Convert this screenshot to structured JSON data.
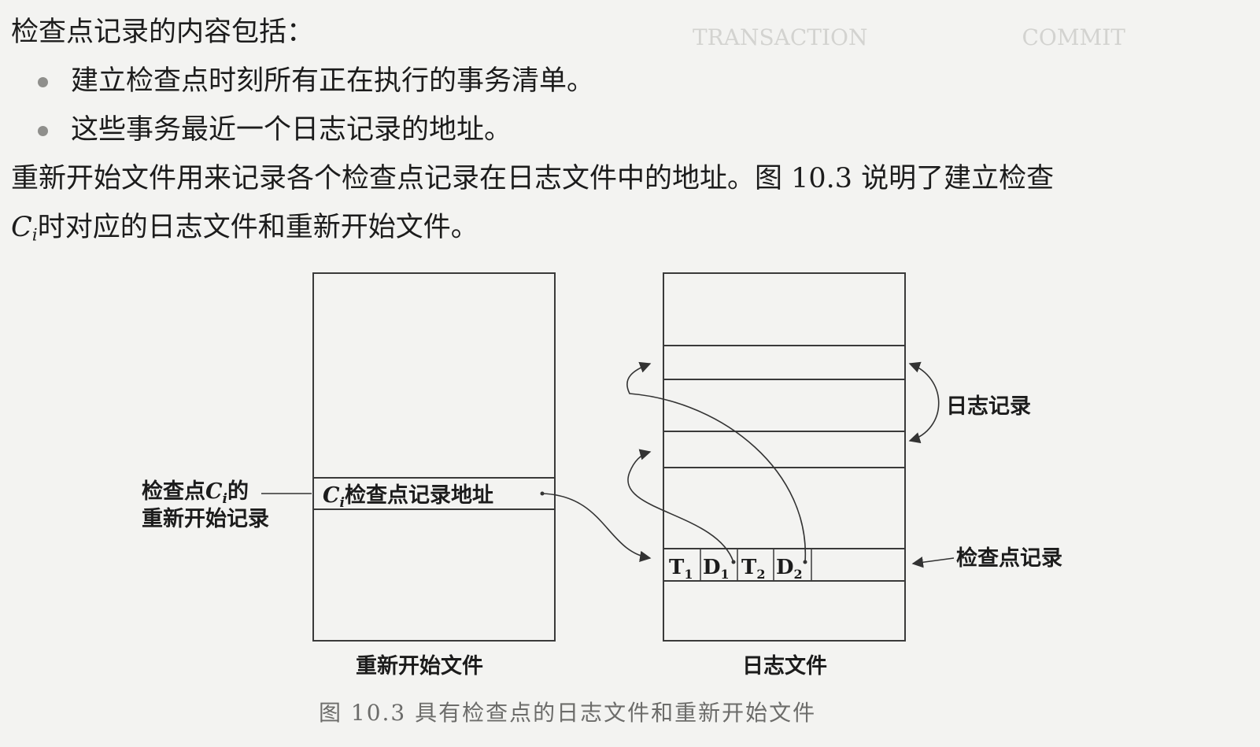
{
  "paragraphs": {
    "intro": "检查点记录的内容包括：",
    "bullets": [
      "建立检查点时刻所有正在执行的事务清单。",
      "这些事务最近一个日志记录的地址。"
    ],
    "body_line1": "重新开始文件用来记录各个检查点记录在日志文件中的地址。图 10.3 说明了建立检查",
    "body_line2_var": "C",
    "body_line2_sub": "i",
    "body_line2_rest": "时对应的日志文件和重新开始文件。"
  },
  "diagram": {
    "restart_file_label": "重新开始文件",
    "log_file_label": "日志文件",
    "restart_entry_var": "C",
    "restart_entry_sub": "i",
    "restart_entry_text": "检查点记录地址",
    "left_annotation_line1_a": "检查点",
    "left_annotation_line1_var": "C",
    "left_annotation_line1_sub": "i",
    "left_annotation_line1_b": "的",
    "left_annotation_line2": "重新开始记录",
    "log_records_label": "日志记录",
    "checkpoint_record_label": "检查点记录",
    "cells": [
      {
        "main": "T",
        "sub": "1"
      },
      {
        "main": "D",
        "sub": "1"
      },
      {
        "main": "T",
        "sub": "2"
      },
      {
        "main": "D",
        "sub": "2"
      }
    ]
  },
  "figure_caption": "图 10.3    具有检查点的日志文件和重新开始文件",
  "colors": {
    "background": "#f3f3f1",
    "ink": "#1c1c1c",
    "caption": "#6c6c6a"
  }
}
